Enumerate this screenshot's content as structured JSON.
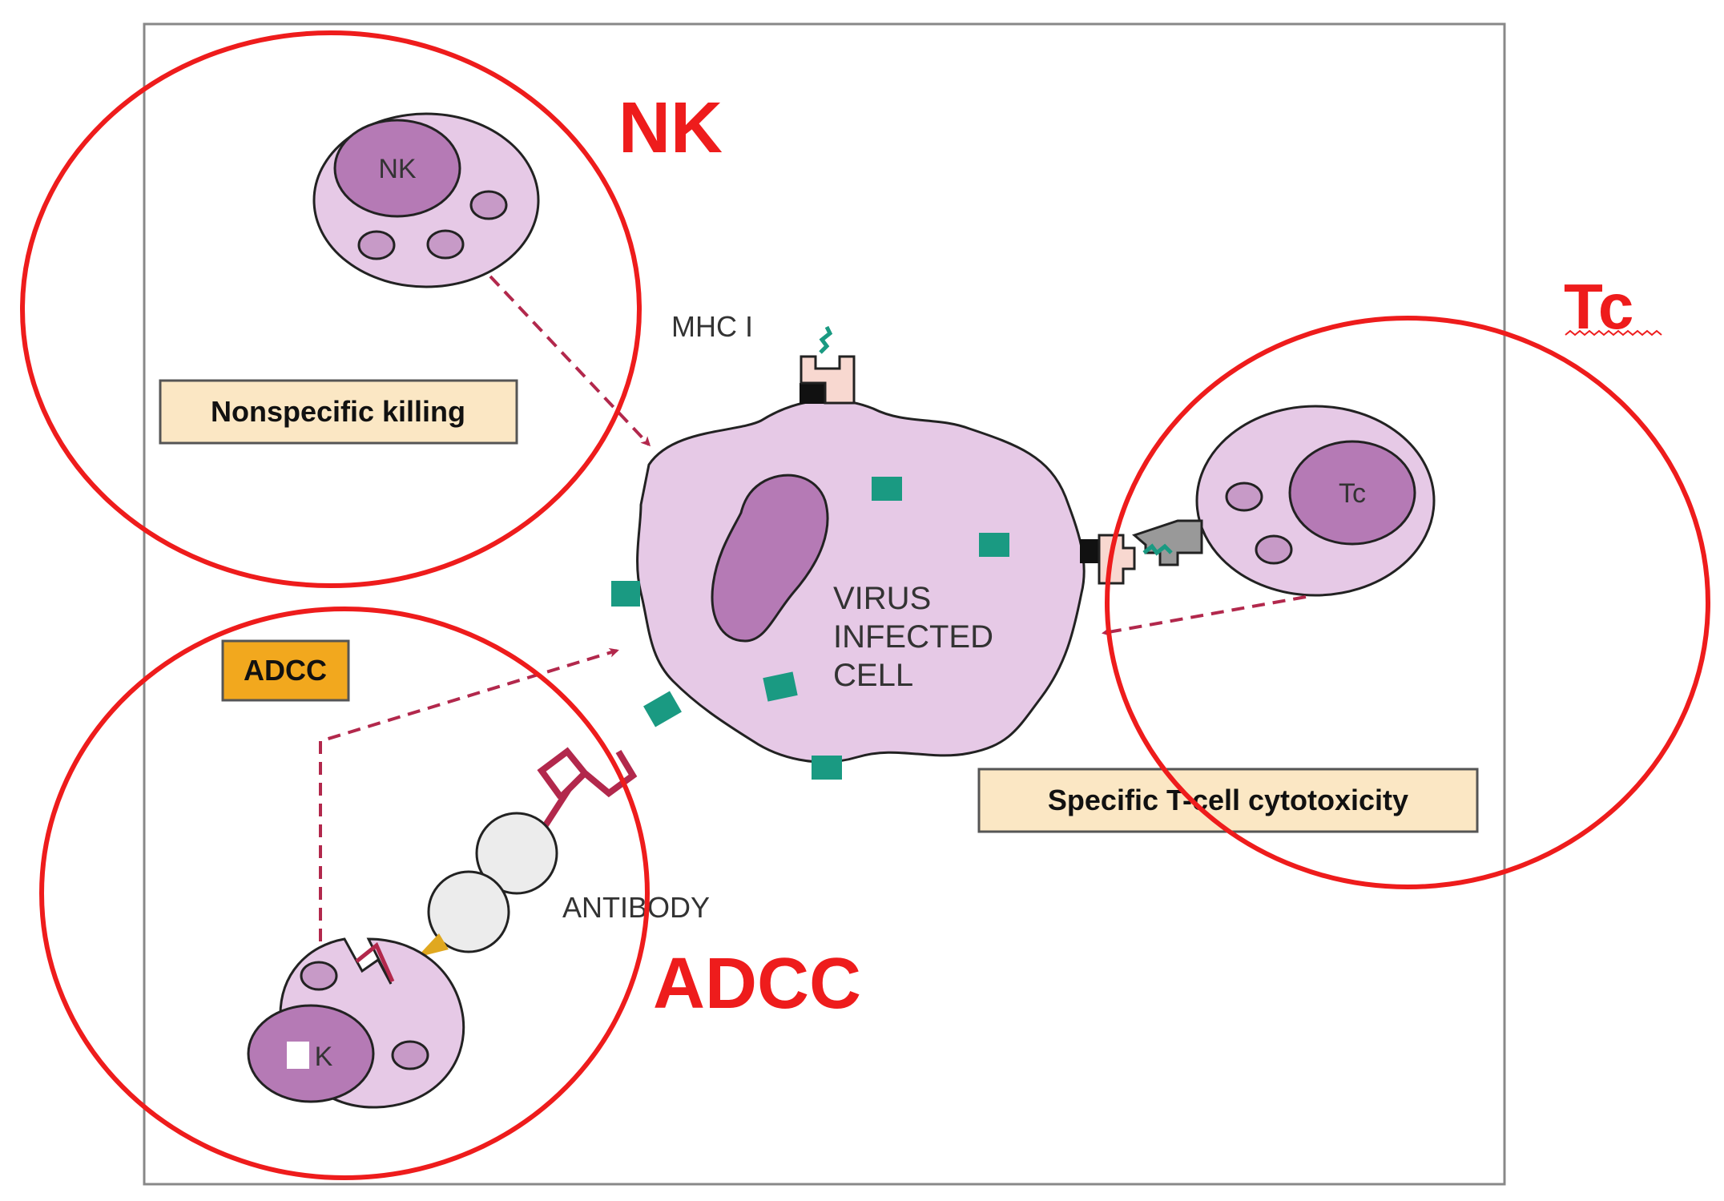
{
  "annotations": {
    "nk": "NK",
    "tc": "Tc",
    "adcc": "ADCC"
  },
  "labels": {
    "mhc": "MHC I",
    "virus_line1": "VIRUS",
    "virus_line2": "INFECTED",
    "virus_line3": "CELL",
    "antibody": "ANTIBODY",
    "nk_cell": "NK",
    "tc_cell": "Tc",
    "adcc_nk_cell": "K"
  },
  "boxes": {
    "nonspecific": "Nonspecific killing",
    "adcc": "ADCC",
    "specific": "Specific T-cell cytotoxicity"
  },
  "colors": {
    "annotation_red": "#ee1c1c",
    "cell_fill": "#e6c9e6",
    "nucleus_fill": "#b57ab5",
    "granule_fill": "#c79ac7",
    "arrow": "#b2284c",
    "antigen": "#1a9a82",
    "box_fill": "#fbe7c4",
    "adcc_box_fill": "#f2a81e"
  }
}
